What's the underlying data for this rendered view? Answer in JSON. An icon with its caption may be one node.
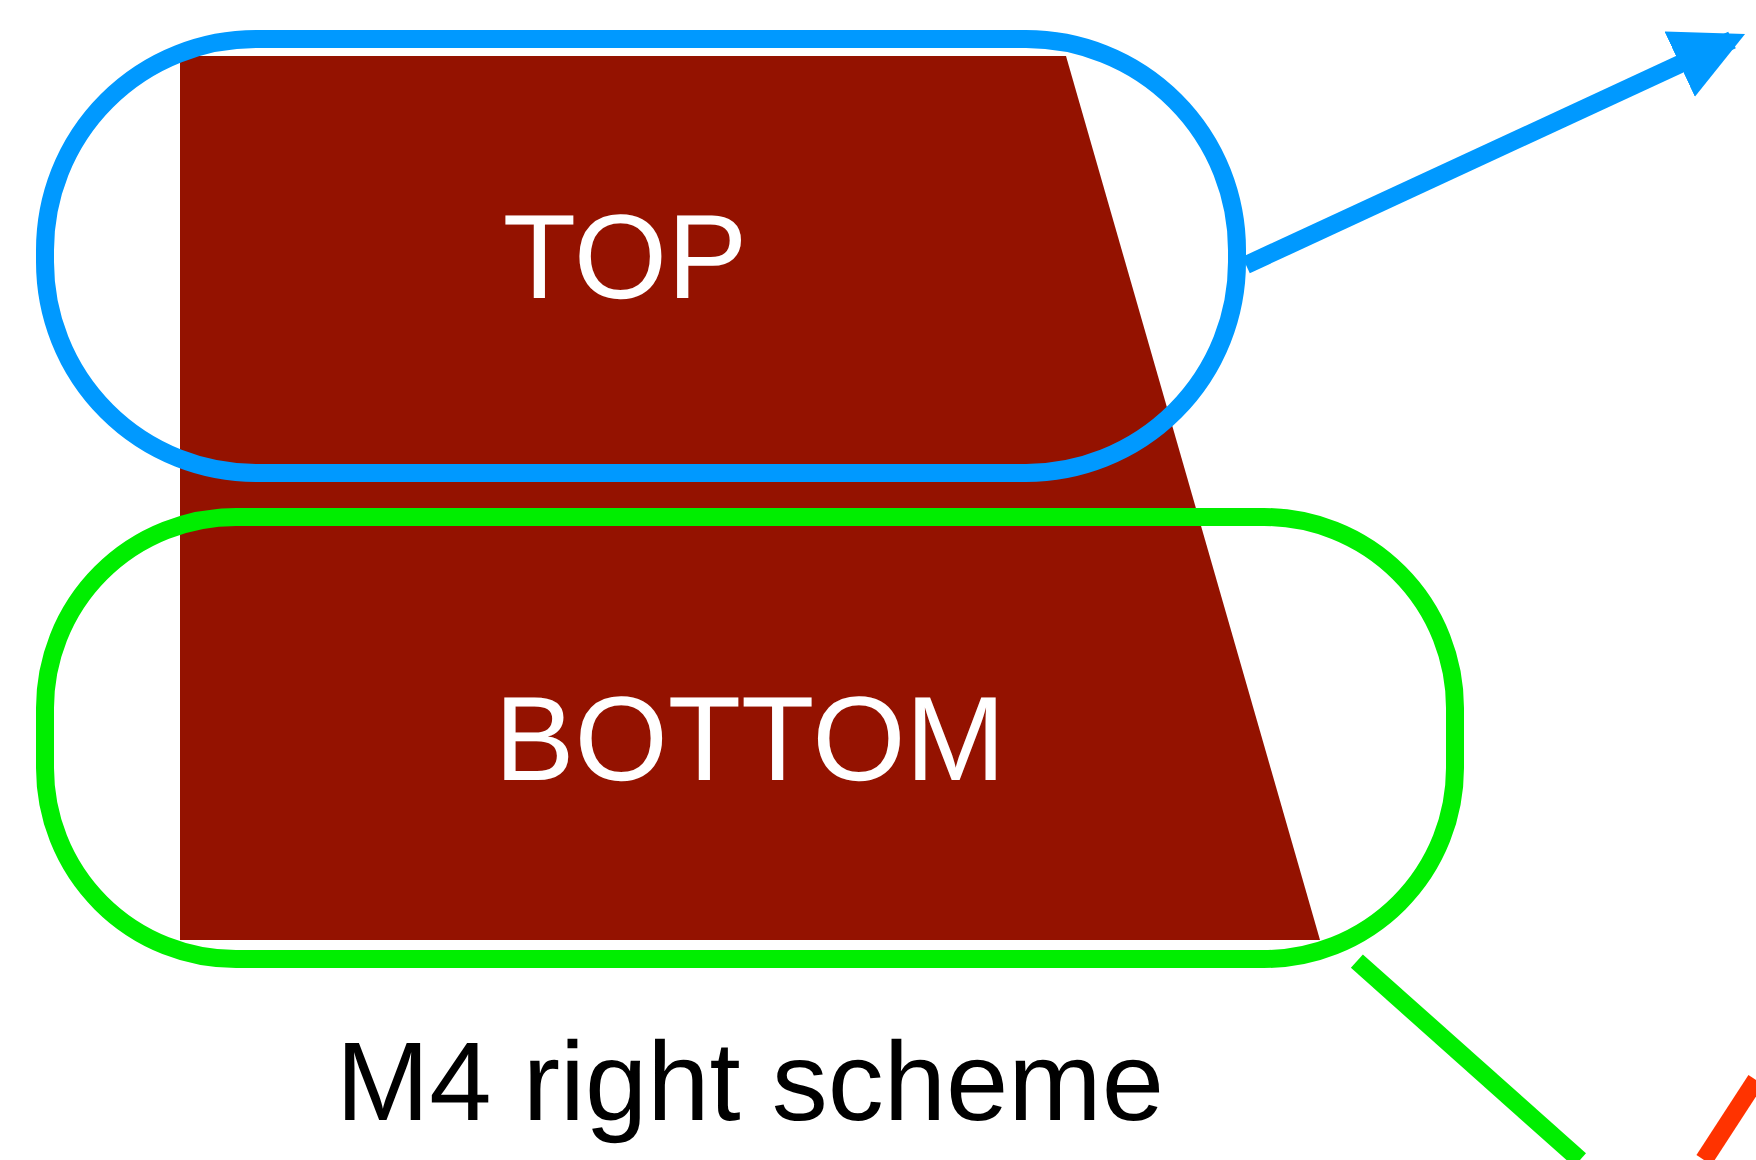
{
  "diagram": {
    "caption": "M4 right scheme",
    "nodes": [
      {
        "text": [
          "TOP"
        ]
      },
      {
        "text": [
          "BOTTOM"
        ]
      }
    ],
    "edges": [
      {
        "from": 0,
        "to": null,
        "arrow": "to",
        "color": "#0099ff"
      },
      {
        "from": 1,
        "to": null,
        "arrow": "none",
        "color": "#00ee00"
      }
    ]
  }
}
